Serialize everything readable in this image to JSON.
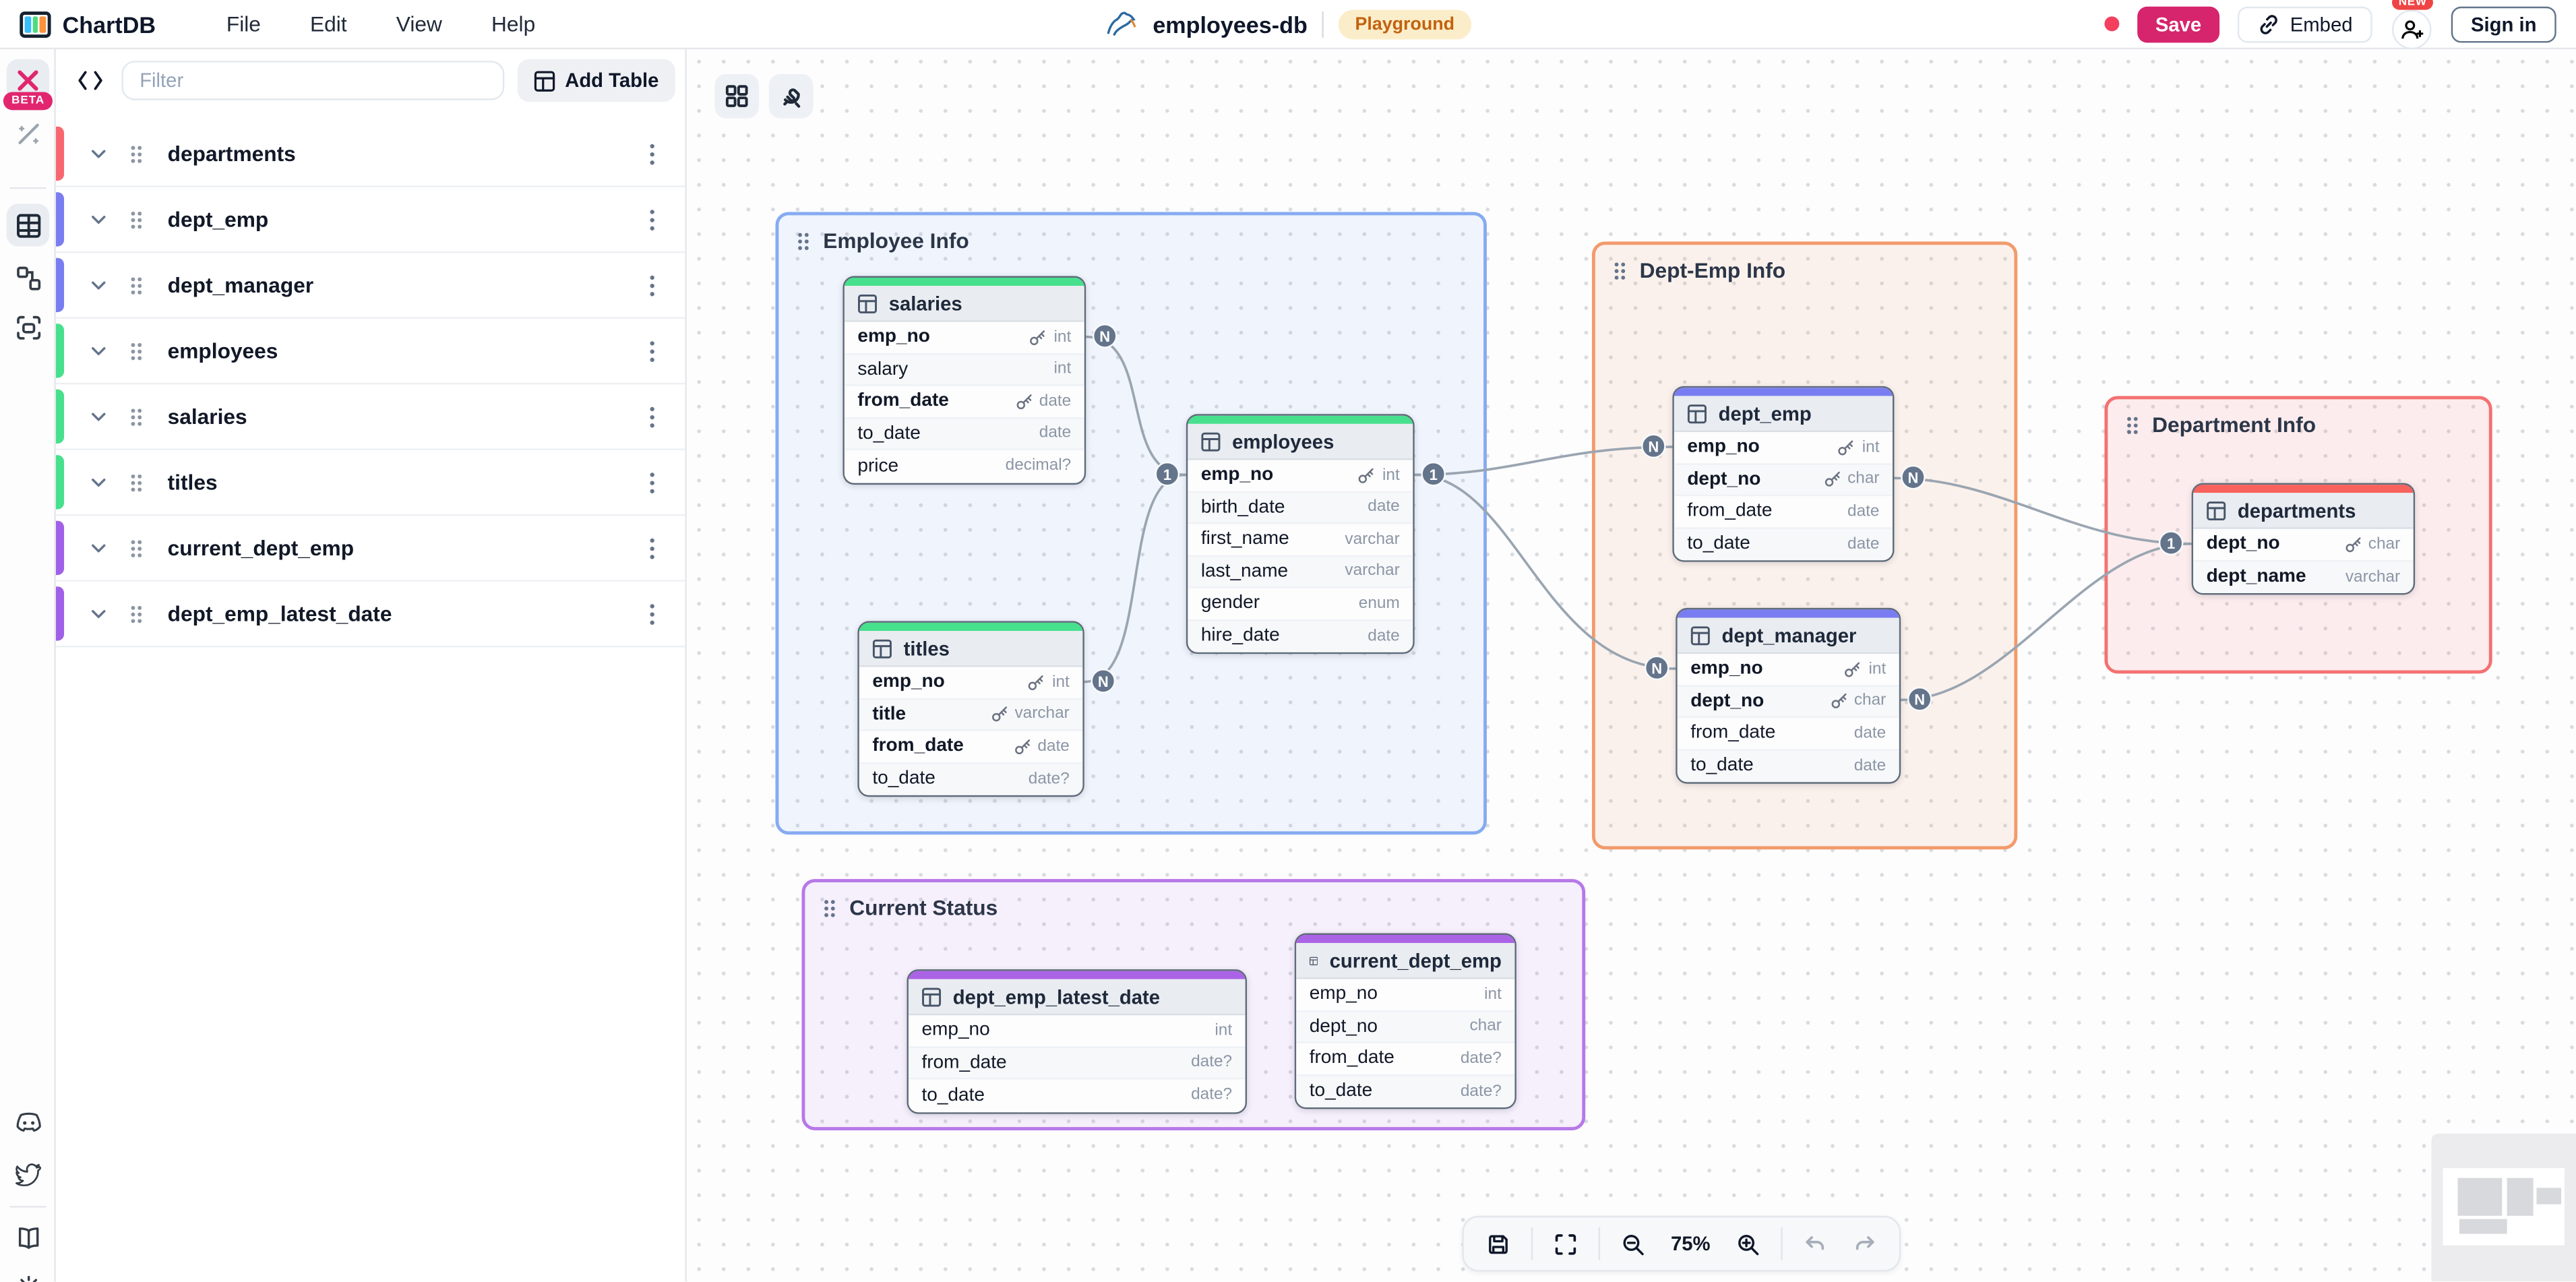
{
  "topbar": {
    "app_name": "ChartDB",
    "menus": [
      "File",
      "Edit",
      "View",
      "Help"
    ],
    "db_name": "employees-db",
    "db_engine_icon": "mysql-logo",
    "env_badge": "Playground",
    "env_badge_bg": "#fbedc9",
    "env_badge_text_color": "#c2620e",
    "unsaved_dot_color": "#f43f5e",
    "save_label": "Save",
    "save_color": "#d6246d",
    "embed_label": "Embed",
    "new_badge": "NEW",
    "sign_in_label": "Sign in"
  },
  "rail": {
    "beta_badge": "BETA",
    "icons": [
      "editor-icon",
      "magic-wand-icon",
      "tables-icon",
      "relationships-icon",
      "areas-icon",
      "discord-icon",
      "twitter-icon",
      "docs-icon",
      "settings-icon"
    ]
  },
  "panel": {
    "filter_placeholder": "Filter",
    "add_table_label": "Add Table",
    "tables": [
      {
        "name": "departments",
        "accent": "#f8676f"
      },
      {
        "name": "dept_emp",
        "accent": "#7a7df1"
      },
      {
        "name": "dept_manager",
        "accent": "#7a7df1"
      },
      {
        "name": "employees",
        "accent": "#47e08d"
      },
      {
        "name": "salaries",
        "accent": "#47e08d"
      },
      {
        "name": "titles",
        "accent": "#47e08d"
      },
      {
        "name": "current_dept_emp",
        "accent": "#a060e8"
      },
      {
        "name": "dept_emp_latest_date",
        "accent": "#a060e8"
      }
    ]
  },
  "canvas": {
    "zoom_label": "75%",
    "connection_color": "#9aa5b1",
    "areas": [
      {
        "label": "Employee Info",
        "border": "#86abf1",
        "fill": "rgba(130,170,240,0.10)"
      },
      {
        "label": "Dept-Emp Info",
        "border": "#f29b6c",
        "fill": "rgba(242,155,108,0.12)"
      },
      {
        "label": "Department Info",
        "border": "#f47171",
        "fill": "rgba(244,113,113,0.12)"
      },
      {
        "label": "Current Status",
        "border": "#b778e8",
        "fill": "rgba(183,120,232,0.10)"
      }
    ],
    "tables": [
      {
        "name": "salaries",
        "header_color": "#47e08d",
        "fields": [
          {
            "name": "emp_no",
            "type": "int",
            "key": true,
            "bold": true
          },
          {
            "name": "salary",
            "type": "int",
            "key": false,
            "bold": false
          },
          {
            "name": "from_date",
            "type": "date",
            "key": true,
            "bold": true
          },
          {
            "name": "to_date",
            "type": "date",
            "key": false,
            "bold": false
          },
          {
            "name": "price",
            "type": "decimal?",
            "key": false,
            "bold": false
          }
        ]
      },
      {
        "name": "employees",
        "header_color": "#47e08d",
        "fields": [
          {
            "name": "emp_no",
            "type": "int",
            "key": true,
            "bold": true
          },
          {
            "name": "birth_date",
            "type": "date",
            "key": false,
            "bold": false
          },
          {
            "name": "first_name",
            "type": "varchar",
            "key": false,
            "bold": false
          },
          {
            "name": "last_name",
            "type": "varchar",
            "key": false,
            "bold": false
          },
          {
            "name": "gender",
            "type": "enum",
            "key": false,
            "bold": false
          },
          {
            "name": "hire_date",
            "type": "date",
            "key": false,
            "bold": false
          }
        ]
      },
      {
        "name": "titles",
        "header_color": "#47e08d",
        "fields": [
          {
            "name": "emp_no",
            "type": "int",
            "key": true,
            "bold": true
          },
          {
            "name": "title",
            "type": "varchar",
            "key": true,
            "bold": true
          },
          {
            "name": "from_date",
            "type": "date",
            "key": true,
            "bold": true
          },
          {
            "name": "to_date",
            "type": "date?",
            "key": false,
            "bold": false
          }
        ]
      },
      {
        "name": "dept_emp",
        "header_color": "#7a7df1",
        "fields": [
          {
            "name": "emp_no",
            "type": "int",
            "key": true,
            "bold": true
          },
          {
            "name": "dept_no",
            "type": "char",
            "key": true,
            "bold": true
          },
          {
            "name": "from_date",
            "type": "date",
            "key": false,
            "bold": false
          },
          {
            "name": "to_date",
            "type": "date",
            "key": false,
            "bold": false
          }
        ]
      },
      {
        "name": "dept_manager",
        "header_color": "#7a7df1",
        "fields": [
          {
            "name": "emp_no",
            "type": "int",
            "key": true,
            "bold": true
          },
          {
            "name": "dept_no",
            "type": "char",
            "key": true,
            "bold": true
          },
          {
            "name": "from_date",
            "type": "date",
            "key": false,
            "bold": false
          },
          {
            "name": "to_date",
            "type": "date",
            "key": false,
            "bold": false
          }
        ]
      },
      {
        "name": "departments",
        "header_color": "#f8615c",
        "fields": [
          {
            "name": "dept_no",
            "type": "char",
            "key": true,
            "bold": true
          },
          {
            "name": "dept_name",
            "type": "varchar",
            "key": false,
            "bold": true
          }
        ]
      },
      {
        "name": "dept_emp_latest_date",
        "header_color": "#ab63e6",
        "fields": [
          {
            "name": "emp_no",
            "type": "int",
            "key": false,
            "bold": false
          },
          {
            "name": "from_date",
            "type": "date?",
            "key": false,
            "bold": false
          },
          {
            "name": "to_date",
            "type": "date?",
            "key": false,
            "bold": false
          }
        ]
      },
      {
        "name": "current_dept_emp",
        "header_color": "#ab63e6",
        "fields": [
          {
            "name": "emp_no",
            "type": "int",
            "key": false,
            "bold": false
          },
          {
            "name": "dept_no",
            "type": "char",
            "key": false,
            "bold": false
          },
          {
            "name": "from_date",
            "type": "date?",
            "key": false,
            "bold": false
          },
          {
            "name": "to_date",
            "type": "date?",
            "key": false,
            "bold": false
          }
        ]
      }
    ],
    "badges": [
      {
        "label": "N"
      },
      {
        "label": "N"
      },
      {
        "label": "1"
      },
      {
        "label": "1"
      },
      {
        "label": "N"
      },
      {
        "label": "N"
      },
      {
        "label": "N"
      },
      {
        "label": "N"
      },
      {
        "label": "1"
      }
    ]
  }
}
